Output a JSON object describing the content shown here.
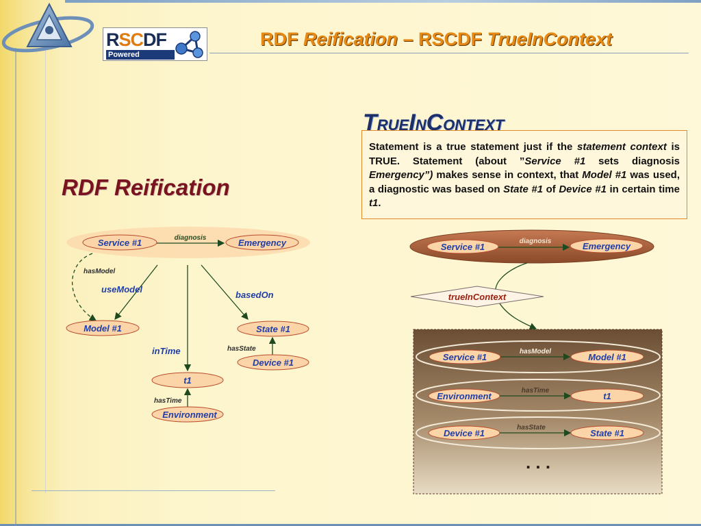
{
  "slide": {
    "title_a": "RDF ",
    "title_b": "Reification",
    "title_c": " – RSCDF ",
    "title_d": "TrueInContext"
  },
  "logo": {
    "text_r": "R",
    "text_sc": "SC",
    "text_df": "DF",
    "powered": "Powered"
  },
  "context_section": {
    "heading_first_letters": [
      "T",
      "I",
      "C"
    ],
    "heading_rest": [
      "RUE",
      "N",
      "ONTEXT"
    ],
    "para": {
      "s1": "Statement is a true statement just if the ",
      "s2": "statement context",
      "s3": " is TRUE. Statement (about ”",
      "s4": "Service #1",
      "s5": " sets diagnosis ",
      "s6": "Emergency”)",
      "s7": " makes sense in context, that ",
      "s8": "Model #1",
      "s9": " was used, a diagnostic was based on ",
      "s10": "State #1",
      "s11": " of ",
      "s12": "Device #1",
      "s13": " in certain time ",
      "s14": "t1",
      "s15": "."
    }
  },
  "rdf_section": {
    "heading": "RDF Reification"
  },
  "left_diagram": {
    "nodes": {
      "service": "Service #1",
      "emergency": "Emergency",
      "model": "Model #1",
      "state": "State #1",
      "device": "Device #1",
      "t1": "t1",
      "environment": "Environment"
    },
    "edges": {
      "diagnosis": "diagnosis",
      "hasModel": "hasModel",
      "useModel": "useModel",
      "basedOn": "basedOn",
      "inTime": "inTime",
      "hasState": "hasState",
      "hasTime": "hasTime"
    }
  },
  "right_diagram": {
    "top": {
      "service": "Service #1",
      "emergency": "Emergency",
      "edge": "diagnosis"
    },
    "link": "trueInContext",
    "rows": [
      {
        "subject": "Service #1",
        "predicate": "hasModel",
        "object": "Model #1"
      },
      {
        "subject": "Environment",
        "predicate": "hasTime",
        "object": "t1"
      },
      {
        "subject": "Device #1",
        "predicate": "hasState",
        "object": "State #1"
      }
    ],
    "more": ". . ."
  },
  "colors": {
    "title": "#e68a15",
    "node_fill": "#fbd4a8",
    "node_text": "#1f3ea8",
    "box": "#7a5a3c"
  }
}
